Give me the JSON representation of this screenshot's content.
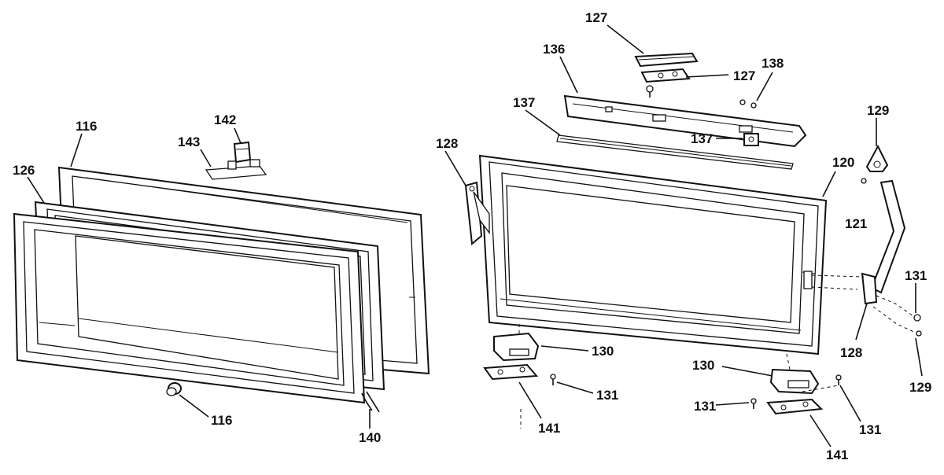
{
  "labels": {
    "l116a": "116",
    "l126": "126",
    "l142": "142",
    "l143": "143",
    "l116b": "116",
    "l140": "140",
    "l127a": "127",
    "l127b": "127",
    "l136": "136",
    "l138": "138",
    "l137a": "137",
    "l137b": "137",
    "l128a": "128",
    "l129a": "129",
    "l120": "120",
    "l121": "121",
    "l131a": "131",
    "l128b": "128",
    "l129b": "129",
    "l130a": "130",
    "l131b": "131",
    "l141a": "141",
    "l130b": "130",
    "l131c": "131",
    "l131d": "131",
    "l141b": "141"
  }
}
